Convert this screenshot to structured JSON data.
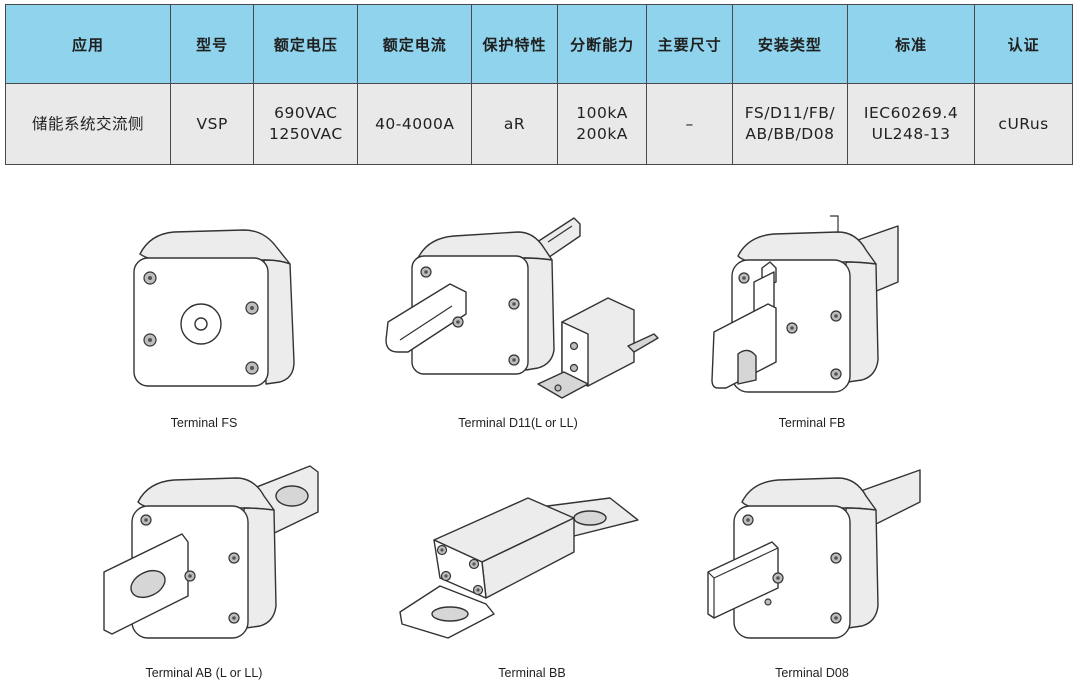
{
  "table": {
    "headers": [
      "应用",
      "型号",
      "额定电压",
      "额定电流",
      "保护特性",
      "分断能力",
      "主要尺寸",
      "安装类型",
      "标准",
      "认证"
    ],
    "row": {
      "application": "储能系统交流侧",
      "model": "VSP",
      "voltage": [
        "690VAC",
        "1250VAC"
      ],
      "current": "40-4000A",
      "characteristic": "aR",
      "breaking": [
        "100kA",
        "200kA"
      ],
      "dimensions": "–",
      "mounting": [
        "FS/D11/FB/",
        "AB/BB/D08"
      ],
      "standard": [
        "IEC60269.4",
        "UL248-13"
      ],
      "certification": "cURus"
    }
  },
  "terminals": [
    {
      "caption": "Terminal FS",
      "icon": "fuse-fs-terminal-icon"
    },
    {
      "caption": "Terminal D11(L or LL)",
      "icon": "fuse-d11-terminal-icon"
    },
    {
      "caption": "Terminal FB",
      "icon": "fuse-fb-terminal-icon"
    },
    {
      "caption": "Terminal AB (L or LL)",
      "icon": "fuse-ab-terminal-icon"
    },
    {
      "caption": "Terminal BB",
      "icon": "fuse-bb-terminal-icon"
    },
    {
      "caption": "Terminal D08",
      "icon": "fuse-d08-terminal-icon"
    }
  ],
  "colors": {
    "header_bg": "#8fd3ec",
    "row_bg": "#e9e9e9",
    "border": "#4a4a4a"
  }
}
